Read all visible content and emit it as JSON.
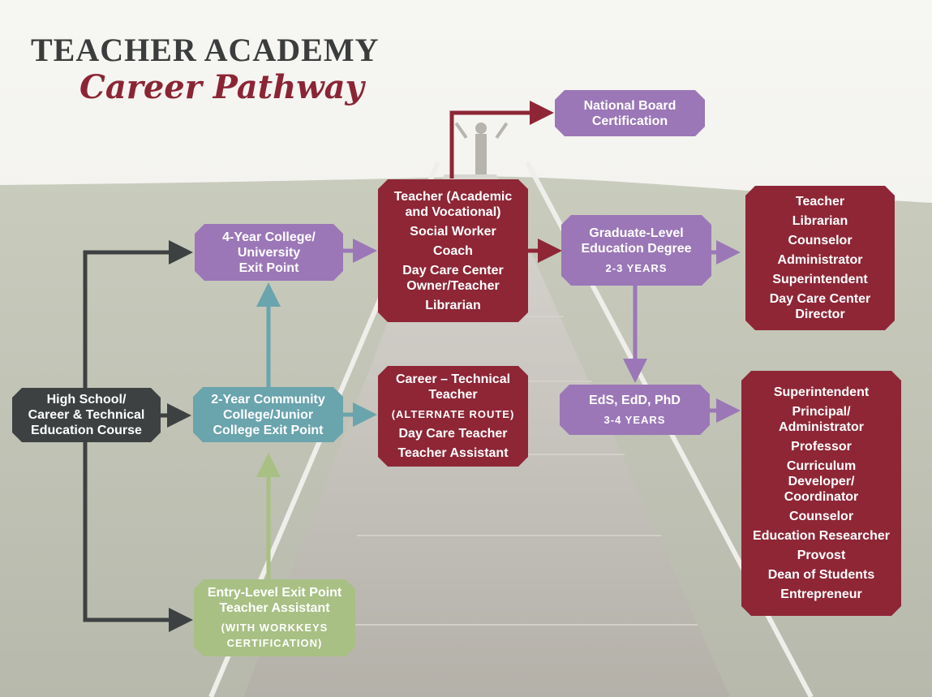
{
  "title": {
    "line1": "TEACHER ACADEMY",
    "line2": "Career Pathway"
  },
  "colors": {
    "purple": "#9b77b7",
    "red": "#8e2636",
    "dark": "#3d4142",
    "teal": "#6aa4ad",
    "green": "#a8c084"
  },
  "nodes": {
    "high_school": [
      "High School/",
      "Career & Technical",
      "Education Course"
    ],
    "four_year": [
      "4-Year College/",
      "University",
      "Exit Point"
    ],
    "two_year": [
      "2-Year Community",
      "College/Junior",
      "College Exit Point"
    ],
    "entry_level": {
      "lines": [
        "Entry-Level Exit Point",
        "Teacher Assistant"
      ],
      "small": [
        "(WITH WORKKEYS",
        "CERTIFICATION)"
      ]
    },
    "teacher_careers": [
      "Teacher (Academic",
      "and Vocational)",
      "Social Worker",
      "Coach",
      "Day Care Center",
      "Owner/Teacher",
      "Librarian"
    ],
    "career_tech": {
      "lines": [
        "Career – Technical",
        "Teacher"
      ],
      "small": "(ALTERNATE ROUTE)",
      "after": [
        "Day Care Teacher",
        "Teacher Assistant"
      ]
    },
    "national_board": [
      "National Board",
      "Certification"
    ],
    "graduate": {
      "lines": [
        "Graduate-Level",
        "Education Degree"
      ],
      "years": "2-3 YEARS"
    },
    "eds": {
      "line": "EdS, EdD, PhD",
      "years": "3-4 YEARS"
    },
    "grad_careers": [
      "Teacher",
      "Librarian",
      "Counselor",
      "Administrator",
      "Superintendent",
      "Day Care Center",
      "Director"
    ],
    "doctoral_careers": [
      "Superintendent",
      "Principal/",
      "Administrator",
      "Professor",
      "Curriculum",
      "Developer/",
      "Coordinator",
      "Counselor",
      "Education Researcher",
      "Provost",
      "Dean of Students",
      "Entrepreneur"
    ]
  }
}
